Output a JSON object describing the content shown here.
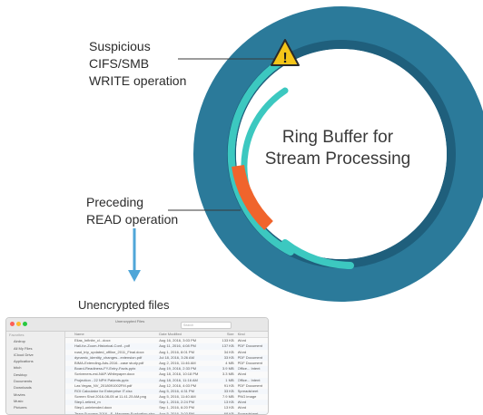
{
  "labels": {
    "ring_title_line1": "Ring Buffer for",
    "ring_title_line2": "Stream Processing",
    "write_line1": "Suspicious",
    "write_line2": "CIFS/SMB",
    "write_line3": "WRITE operation",
    "read_line1": "Preceding",
    "read_line2": "READ operation",
    "files_caption": "Unencrypted files"
  },
  "colors": {
    "ring_outer": "#2b7a9a",
    "ring_inner": "#1f5f7c",
    "teal_stream": "#3cc8c0",
    "orange_stream": "#f0642c",
    "warning_fill": "#f5c518",
    "arrow": "#4fa6d8"
  },
  "warning_icon": "!",
  "finder": {
    "window_title": "Unencrypted Files",
    "search_placeholder": "Search",
    "sidebar": [
      {
        "label": "Favorites",
        "head": true
      },
      {
        "label": "Airdrop"
      },
      {
        "label": "All My Files"
      },
      {
        "label": "iCloud Drive"
      },
      {
        "label": "Applications"
      },
      {
        "label": "bitch"
      },
      {
        "label": "Desktop"
      },
      {
        "label": "Documents"
      },
      {
        "label": "Downloads"
      },
      {
        "label": "Movies"
      },
      {
        "label": "Music"
      },
      {
        "label": "Pictures"
      }
    ],
    "columns": [
      "Name",
      "Date Modified",
      "Size",
      "Kind"
    ],
    "rows": [
      [
        "Elias_Infinite_cl...docx",
        "Aug 16, 2016, 3:03 PM",
        "133 KB",
        "Word"
      ],
      [
        "Hall-for-Zoom-Historical-Conf...pdf",
        "Aug 11, 2016, 4:08 PM",
        "137 KB",
        "PDF Document"
      ],
      [
        "road_trip_updated_offline_2011_Final.docx",
        "Aug 1, 2016, 8:01 PM",
        "34 KB",
        "Word"
      ],
      [
        "dynamic_identity_changes...extension.pdf",
        "Jul 18, 2016, 3:26 AM",
        "33 KB",
        "PDF Document"
      ],
      [
        "BIMA-Extending-Ads-2016...case study.pdf",
        "Aug 2, 2016, 11:46 AM",
        "4 MB",
        "PDF Document"
      ],
      [
        "Board-Readiness-FY-Entry-Facts.pptx",
        "Aug 19, 2016, 2:33 PM",
        "3.9 MB",
        "Office... Intent"
      ],
      [
        "Scriveners-est-NAP-Whitepaper.docx",
        "Aug 18, 2016, 10:18 PM",
        "3.3 MB",
        "Word"
      ],
      [
        "Projection - 22 NPH Patients.pptx",
        "Aug 18, 2016, 11:16 AM",
        "1 MB",
        "Office... Intent"
      ],
      [
        "Las Vegas_NV_2018091002FM.pdf",
        "Aug 12, 2016, 4:03 PM",
        "91 KB",
        "PDF Document"
      ],
      [
        "ROI Calculator for Enterprise IT.xlsx",
        "Aug 5, 2016, 4:31 PM",
        "33 KB",
        "Spreadsheet"
      ],
      [
        "Screen Shot 2016-08-05 at 11.41.25 AM.png",
        "Aug 5, 2016, 11:40 AM",
        "7.9 MB",
        "PNG image"
      ],
      [
        "Step1-retired_m",
        "Sep 1, 2016, 2:24 PM",
        "13 KB",
        "Word"
      ],
      [
        "Step1-unintended.docx",
        "Sep 1, 2016, 6:20 PM",
        "13 KB",
        "Word"
      ],
      [
        "Team Success 2016 - F...Manager Evaluation.xlsx",
        "Aug 5, 2016, 3:03 PM",
        "68 KB",
        "Spreadsheet"
      ]
    ]
  }
}
